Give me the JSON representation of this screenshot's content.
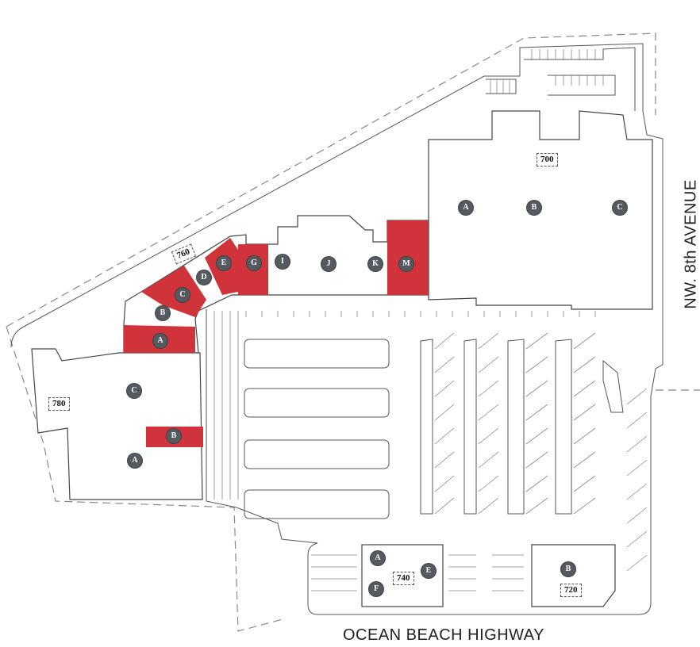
{
  "roads": {
    "south": "OCEAN BEACH HIGHWAY",
    "east": "NW. 8th AVENUE"
  },
  "buildings": [
    {
      "id": "b700",
      "number": "700"
    },
    {
      "id": "b760",
      "number": "760"
    },
    {
      "id": "b780",
      "number": "780"
    },
    {
      "id": "b740",
      "number": "740"
    },
    {
      "id": "b720",
      "number": "720"
    }
  ],
  "units": {
    "b700": [
      "A",
      "B",
      "C"
    ],
    "b760": [
      "A",
      "B",
      "C",
      "D",
      "E",
      "G",
      "I",
      "J",
      "K",
      "M"
    ],
    "b780": [
      "A",
      "B",
      "C"
    ],
    "b740": [
      "A",
      "E",
      "F"
    ],
    "b720": [
      "B"
    ]
  },
  "available_units": [
    "760-A",
    "760-C",
    "760-E",
    "760-G",
    "760-M",
    "780-B"
  ],
  "colors": {
    "available": "#d0343a",
    "unit_marker": "#555a60",
    "outline": "#555555",
    "property_line": "#888888"
  }
}
